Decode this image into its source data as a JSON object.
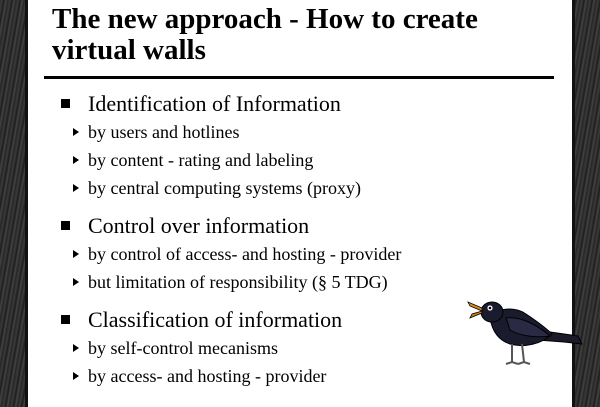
{
  "slide": {
    "title": "The new approach - How to create virtual walls",
    "bullets": [
      {
        "text": "Identification of Information",
        "subs": [
          "by users and hotlines",
          "by content - rating and labeling",
          "by central computing systems (proxy)"
        ]
      },
      {
        "text": "Control over information",
        "subs": [
          "by control of access- and hosting - provider",
          "but limitation of responsibility (§ 5 TDG)"
        ]
      },
      {
        "text": "Classification of information",
        "subs": [
          "by self-control mecanisms",
          "by access- and hosting - provider"
        ]
      }
    ],
    "illustration": "crow-icon"
  }
}
